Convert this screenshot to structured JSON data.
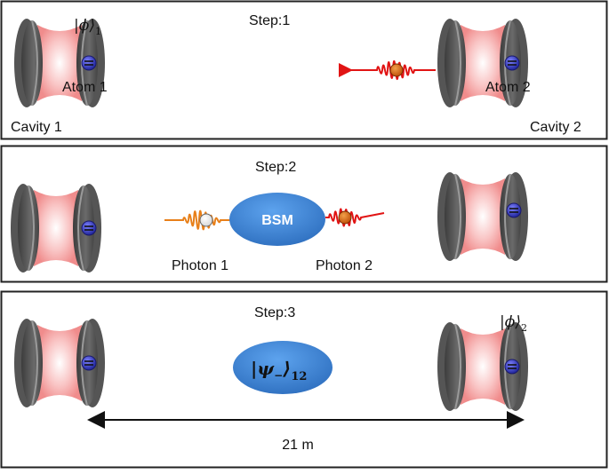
{
  "panels": [
    {
      "step_label": "Step:1",
      "state_label": "|ϕ⟩",
      "state_sub": "1",
      "cavity1_label": "Cavity 1",
      "cavity2_label": "Cavity 2",
      "atom1_label": "Atom 1",
      "atom2_label": "Atom 2"
    },
    {
      "step_label": "Step:2",
      "bsm_label": "BSM",
      "photon1_label": "Photon 1",
      "photon2_label": "Photon 2"
    },
    {
      "step_label": "Step:3",
      "state_label": "|ϕ⟩",
      "state_sub": "2",
      "entangled_label": "|ψ",
      "entangled_minus": "−",
      "entangled_close": "⟩",
      "entangled_sub": "12",
      "distance_label": "21 m"
    }
  ],
  "colors": {
    "mirror": "#5a5a5a",
    "mirror_edge": "#8a8a8a",
    "cavity_glow": "#f59a9a",
    "atom": "#3a3fc4",
    "photon_red": "#e11414",
    "photon_orange": "#e8801a",
    "bsm_fill": "#3f86d6",
    "border": "#222222"
  }
}
